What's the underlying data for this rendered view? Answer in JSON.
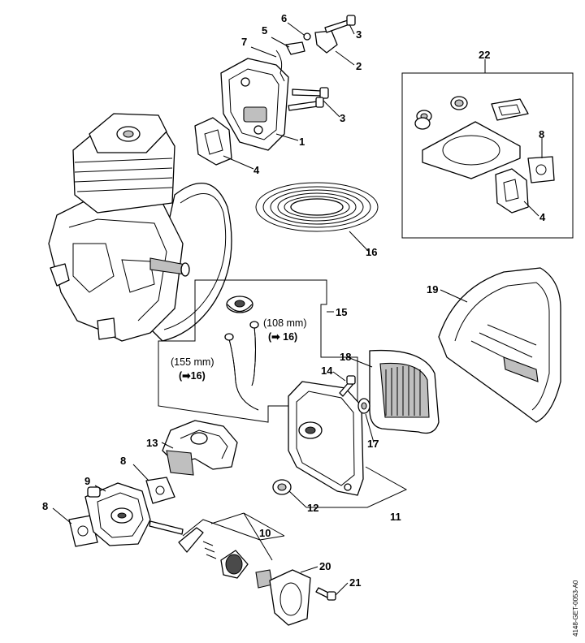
{
  "diagram": {
    "callouts": {
      "c1": "1",
      "c2": "2",
      "c3a": "3",
      "c3b": "3",
      "c4a": "4",
      "c4b": "4",
      "c5": "5",
      "c6": "6",
      "c7": "7",
      "c8a": "8",
      "c8b": "8",
      "c8c": "8",
      "c9": "9",
      "c10": "10",
      "c11": "11",
      "c12": "12",
      "c13": "13",
      "c14": "14",
      "c15": "15",
      "c16": "16",
      "c17": "17",
      "c18": "18",
      "c19": "19",
      "c20": "20",
      "c21": "21",
      "c22": "22"
    },
    "hose_notes": {
      "long_size": "(155 mm)",
      "long_ref": "16",
      "short_size": "(108 mm)",
      "short_ref": "16",
      "ref_arrow": "➡"
    },
    "document_id": "4148-GET-0053-A0"
  }
}
